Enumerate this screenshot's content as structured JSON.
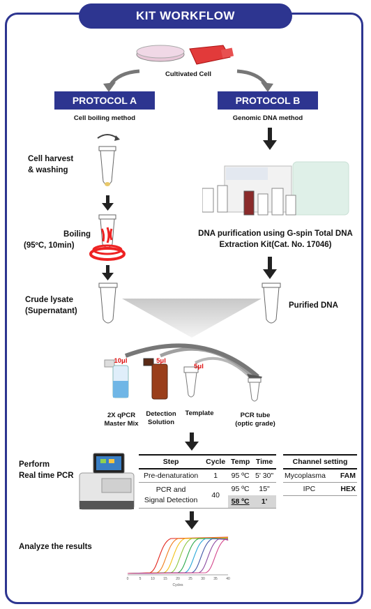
{
  "title": "KIT WORKFLOW",
  "cell_label": "Cultivated Cell",
  "protocol_a": {
    "label": "PROTOCOL A",
    "method": "Cell boiling method",
    "step1": [
      "Cell harvest",
      "& washing"
    ],
    "step2": [
      "Boiling",
      "(95ºC, 10min)"
    ],
    "step3": [
      "Crude lysate",
      "(Supernatant)"
    ]
  },
  "protocol_b": {
    "label": "PROTOCOL B",
    "method": "Genomic DNA method",
    "purification": [
      "DNA purification using G-spin Total DNA",
      "Extraction Kit(Cat. No. 17046)"
    ],
    "result": "Purified DNA"
  },
  "reagents": [
    {
      "volume": "10μl",
      "name": [
        "2X qPCR",
        "Master Mix"
      ]
    },
    {
      "volume": "5μl",
      "name": [
        "Detection",
        "Solution"
      ]
    },
    {
      "volume": "5μl",
      "name": [
        "Template"
      ]
    },
    {
      "volume": "",
      "name": [
        "PCR tube",
        "(optic grade)"
      ]
    }
  ],
  "pcr": {
    "label": [
      "Perform",
      "Real time PCR"
    ],
    "headers": [
      "Step",
      "Cycle",
      "Temp",
      "Time"
    ],
    "rows": [
      {
        "step": "Pre-denaturation",
        "cycle": "1",
        "temp": "95 ºC",
        "time": "5' 30\""
      },
      {
        "step": "PCR and",
        "step2": "Signal Detection",
        "cycle": "40",
        "temp": "95 ºC",
        "time": "15\""
      },
      {
        "temp": "58 ºC",
        "time": "1'"
      }
    ]
  },
  "channel": {
    "header": "Channel setting",
    "rows": [
      {
        "target": "Mycoplasma",
        "dye": "FAM"
      },
      {
        "target": "IPC",
        "dye": "HEX"
      }
    ]
  },
  "analyze": "Analyze the results",
  "graph": {
    "x_ticks": [
      "0",
      "5",
      "10",
      "15",
      "20",
      "25",
      "30",
      "35",
      "40"
    ],
    "x_label": "Cycles"
  },
  "colors": {
    "brand": "#2d3590",
    "curves": [
      "#e2231a",
      "#f07d1a",
      "#f2c014",
      "#8cc63e",
      "#2aa84a",
      "#28a7d8",
      "#3e56a6",
      "#8c4aa0",
      "#d4468c"
    ]
  }
}
